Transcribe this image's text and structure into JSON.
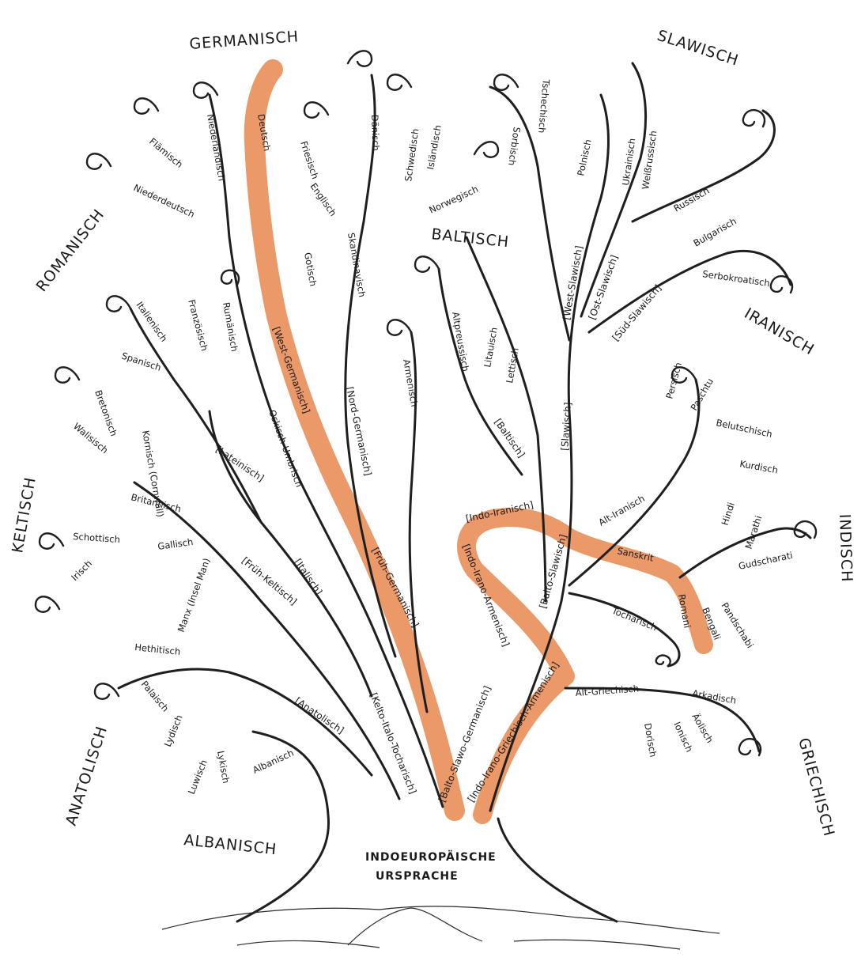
{
  "groups": {
    "germanisch": "GERMANISCH",
    "slawisch": "SLAWISCH",
    "romanisch": "ROMANISCH",
    "baltisch": "BALTISCH",
    "iranisch": "IRANISCH",
    "keltisch": "KELTISCH",
    "indisch": "INDISCH",
    "anatolisch": "ANATOLISCH",
    "griechisch": "GRIECHISCH",
    "albanisch": "ALBANISCH"
  },
  "root": {
    "line1": "INDOEUROPÄISCHE",
    "line2": "URSPRACHE"
  },
  "brackets": {
    "west_germanisch": "[West-Germanisch]",
    "nord_germanisch": "[Nord-Germanisch]",
    "fruh_germanisch": "[Früh-Germanisch]",
    "balto_slawo_germanisch": "[Balto-Slawo-Germanisch]",
    "indo_iranisch": "[Indo-Iranisch]",
    "indo_irano_armenisch": "[Indo-Irano-Armenisch]",
    "indo_irano_griechisch_armenisch": "[Indo-Irano-Griechisch-Armenisch]",
    "west_slawisch": "[West-Slawisch]",
    "ost_slawisch": "[Ost-Slawisch]",
    "sud_slawisch": "[Süd-Slawisch]",
    "slawisch": "[Slawisch]",
    "baltisch": "[Baltisch]",
    "balto_slawisch": "[Balto-Slawisch]",
    "latenisch": "[Lateinisch]",
    "italisch": "[Italisch]",
    "fruh_keltisch": "[Früh-Keltisch]",
    "kelto_italo_tocharisch": "[Kelto-Italo-Tocharisch]",
    "anatolisch": "[Anatolisch]"
  },
  "languages": {
    "niederlandisch": "Niederländisch",
    "flamisch": "Flämisch",
    "niederdeutsch": "Niederdeutsch",
    "deutsch": "Deutsch",
    "friesisch": "Friesisch",
    "englisch": "Englisch",
    "islandisch": "Isländisch",
    "schwedisch": "Schwedisch",
    "danisch": "Dänisch",
    "norwegisch": "Norwegisch",
    "skandinavisch": "Skandinavisch",
    "gotisch": "Gotisch",
    "tschechisch": "Tschechisch",
    "sorbisch": "Sorbisch",
    "polnisch": "Polnisch",
    "ukrainisch": "Ukrainisch",
    "weissrussisch": "Weißrussisch",
    "russisch": "Russisch",
    "bulgarisch": "Bulgarisch",
    "serbokroatisch": "Serbokroatisch",
    "altpreussisch": "Altpreussisch",
    "litauisch": "Litauisch",
    "lettisch": "Lettisch",
    "armenisch": "Armenisch",
    "italienisch": "Italienisch",
    "franzosisch": "Französisch",
    "rumanisch": "Rumänisch",
    "spanisch": "Spanisch",
    "oskisch_umbrisch": "Oskisch-Umbrisch",
    "bretonisch": "Bretonisch",
    "walisisch": "Walisisch",
    "kornisch": "Kornisch (Cornwall)",
    "britannisch": "Britannisch",
    "schottisch": "Schottisch",
    "gallisch": "Gallisch",
    "irisch": "Irisch",
    "manx": "Manx (Insel Man)",
    "persisch": "Persisch",
    "paschtu": "Paschtu",
    "belutschisch": "Belutschisch",
    "kurdisch": "Kurdisch",
    "alt_iranisch": "Alt-Iranisch",
    "hindi": "Hindi",
    "marathi": "Marathi",
    "gudscharati": "Gudscharati",
    "pandschabi": "Pandschabi",
    "bengali": "Bengali",
    "romani": "Romani",
    "sanskrit": "Sanskrit",
    "tocharisch": "Tocharisch",
    "alt_griechisch": "Alt-Griechisch",
    "arkadisch": "Arkadisch",
    "aolisch": "Äolisch",
    "ionisch": "Ionisch",
    "dorisch": "Dorisch",
    "hethitisch": "Hethitisch",
    "palaisch": "Palaisch",
    "lydisch": "Lydisch",
    "luwisch": "Luwisch",
    "lykisch": "Lykisch",
    "albanisch": "Albanisch"
  },
  "colors": {
    "ink": "#1f1f1f",
    "highlight": "#e8874d",
    "highlight_dark": "#d9713a"
  }
}
